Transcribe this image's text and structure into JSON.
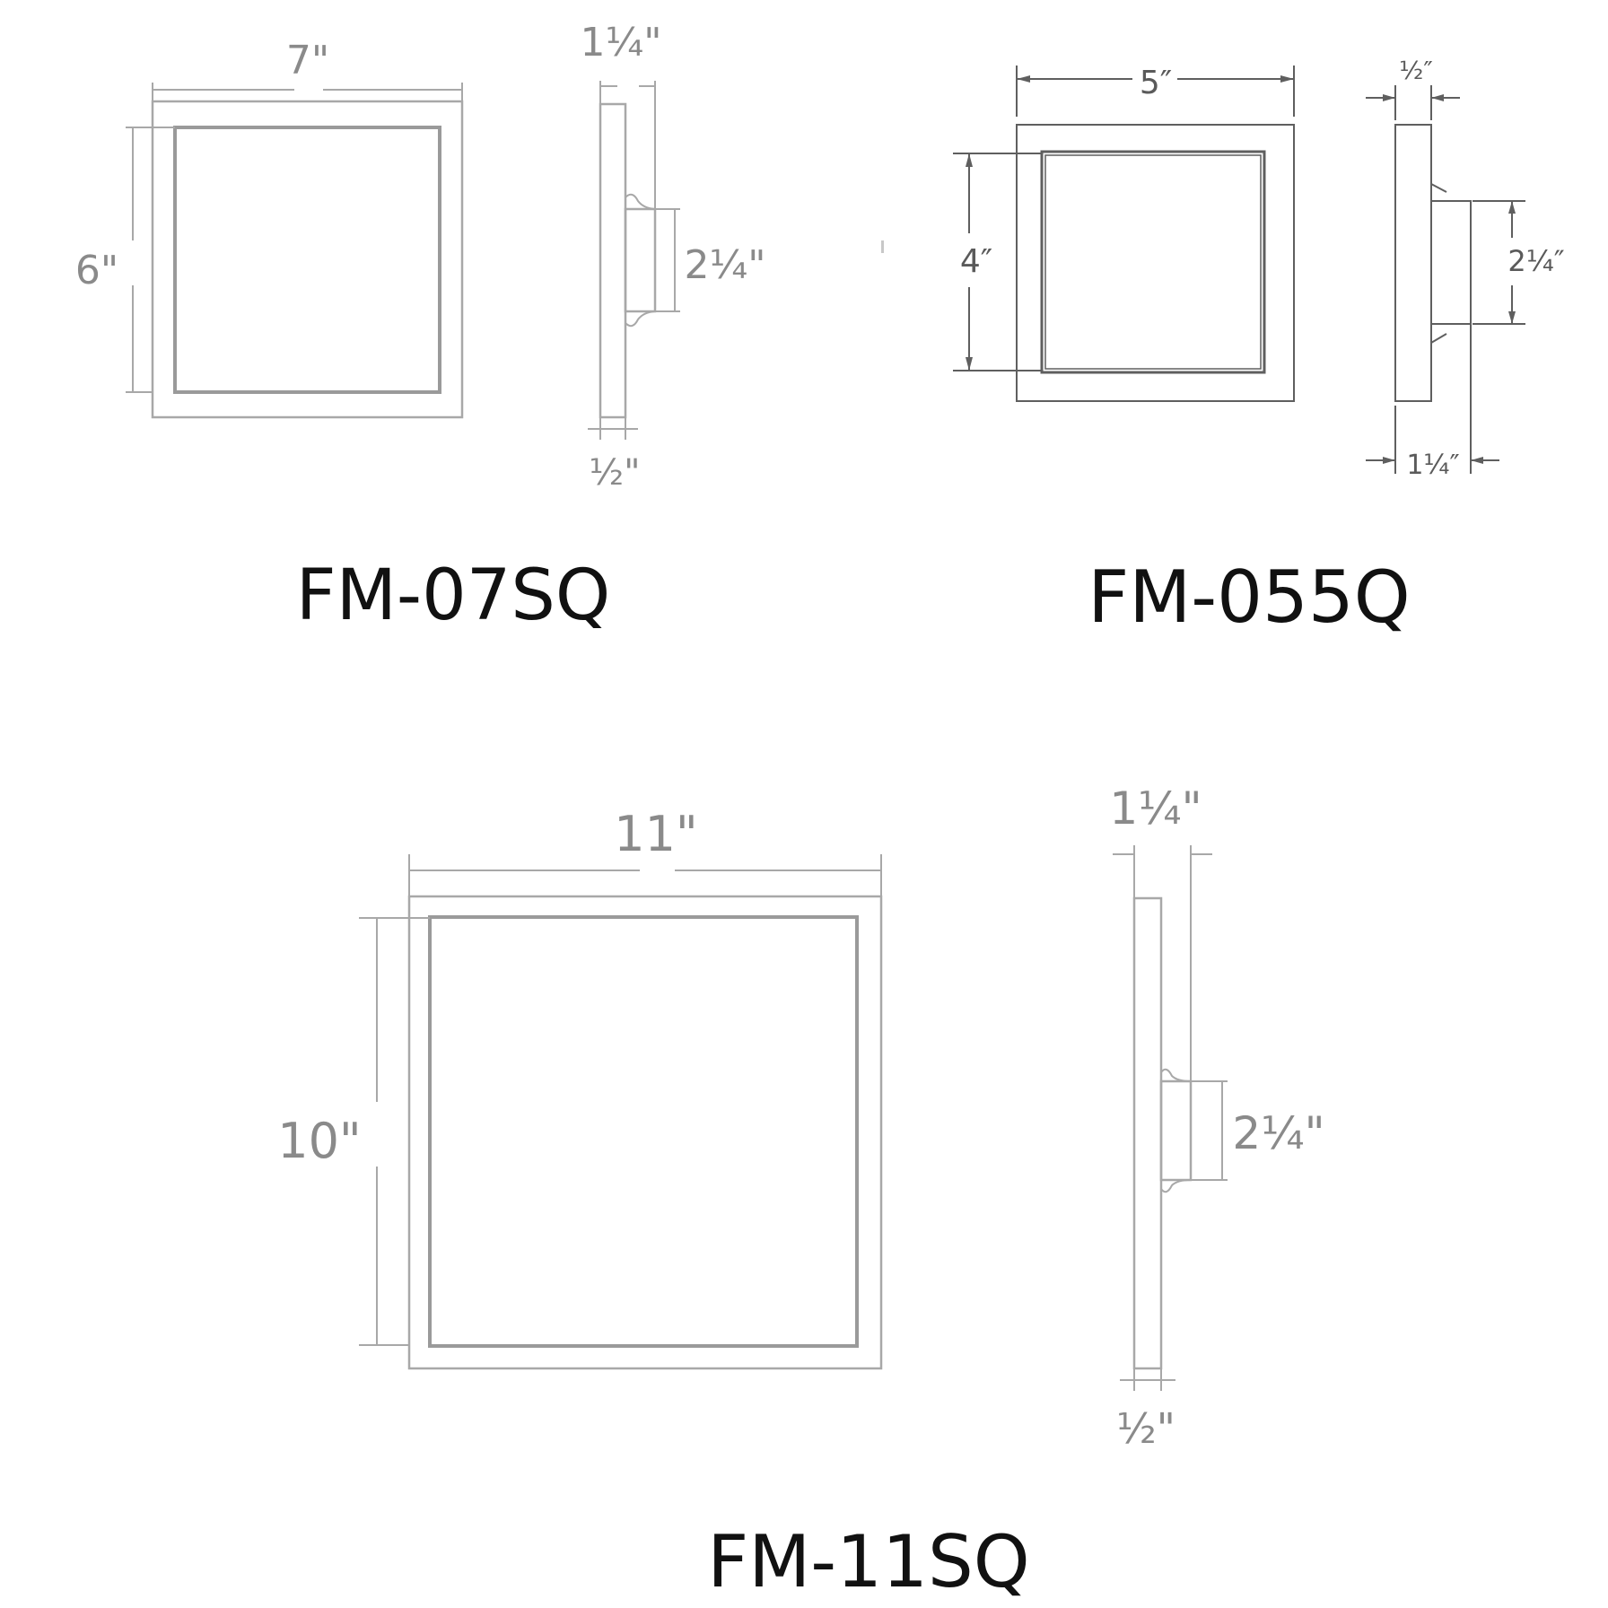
{
  "colors": {
    "light_line": "#a8a8a8",
    "dark_line": "#5f5f5f",
    "light_text": "#8a8a8a",
    "dark_text": "#5a5a5a",
    "title": "#111111",
    "background": "#ffffff"
  },
  "fixtures": [
    {
      "model": "FM-07SQ",
      "front": {
        "width_label": "7\"",
        "height_label": "6\""
      },
      "side": {
        "depth_label": "1¼\"",
        "canopy_label": "2¼\"",
        "plate_label": "½\""
      }
    },
    {
      "model": "FM-055Q",
      "front": {
        "width_label": "5″",
        "height_label": "4″"
      },
      "side": {
        "plate_label": "½″",
        "canopy_label": "2¼″",
        "depth_label": "1¼″"
      }
    },
    {
      "model": "FM-11SQ",
      "front": {
        "width_label": "11\"",
        "height_label": "10\""
      },
      "side": {
        "depth_label": "1¼\"",
        "canopy_label": "2¼\"",
        "plate_label": "½\""
      }
    }
  ]
}
